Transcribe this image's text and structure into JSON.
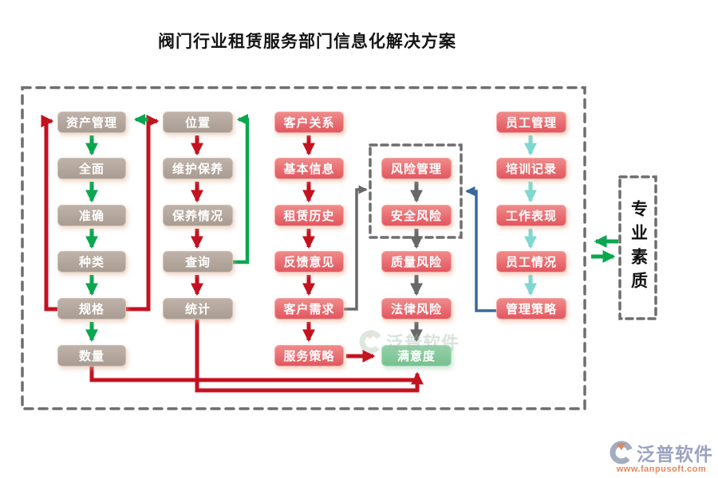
{
  "title": "阀门行业租赁服务部门信息化解决方案",
  "diagram": {
    "col1": [
      "资产管理",
      "全面",
      "准确",
      "种类",
      "规格",
      "数量"
    ],
    "col2": [
      "位置",
      "维护保养",
      "保养情况",
      "查询",
      "统计"
    ],
    "col3": [
      "客户关系",
      "基本信息",
      "租赁历史",
      "反馈意见",
      "客户需求",
      "服务策略"
    ],
    "col4": [
      "风险管理",
      "安全风险",
      "质量风险",
      "法律风险",
      "满意度"
    ],
    "col5": [
      "员工管理",
      "培训记录",
      "工作表现",
      "员工情况",
      "管理策略"
    ]
  },
  "side_panel": {
    "label": "专业素质"
  },
  "watermark": {
    "text": "泛普软件"
  },
  "logo": {
    "brand": "泛普软件",
    "url": "www.fanpusoft.com"
  },
  "colors": {
    "node_tan": "#ab9e94",
    "node_red": "#e65f65",
    "node_green": "#82c89b",
    "arrow_green": "#0aa74f",
    "arrow_red": "#c41220",
    "arrow_gray": "#686868",
    "arrow_blue": "#38699e",
    "arrow_teal": "#7fd8cf",
    "dashed_border": "#6e6e6e"
  }
}
